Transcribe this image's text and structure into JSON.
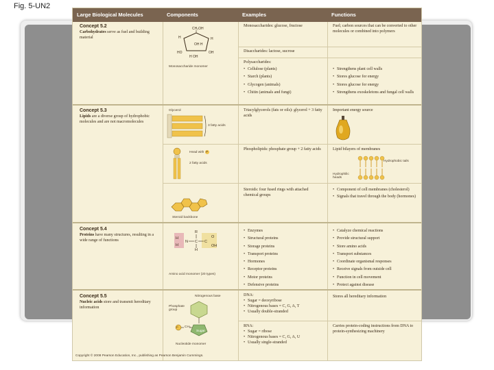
{
  "caption": "Fig. 5-UN2",
  "headers": [
    "Large Biological Molecules",
    "Components",
    "Examples",
    "Functions"
  ],
  "carbs": {
    "concept": "Concept 5.2",
    "body_bold": "Carbohydrates",
    "body_rest": " serve as fuel and building material",
    "monomer_label": "Monosaccharide monomer",
    "ex1": "Monosaccharides: glucose, fructose",
    "fn1": "Fuel; carbon sources that can be converted to other molecules or combined into polymers",
    "ex2": "Disaccharides: lactose, sucrose",
    "ex3_title": "Polysaccharides:",
    "ex3_items": [
      "Cellulose (plants)",
      "Starch (plants)",
      "Glycogen (animals)",
      "Chitin (animals and fungi)"
    ],
    "fn3_items": [
      "Strengthens plant cell walls",
      "Stores glucose for energy",
      "Stores glucose for energy",
      "Strengthens exoskeletons and fungal cell walls"
    ]
  },
  "lipids": {
    "concept": "Concept 5.3",
    "body_bold": "Lipids",
    "body_rest": " are a diverse group of hydrophobic molecules and are not macromolecules",
    "glycerol_label": "Glycerol",
    "fatty_label": "3 fatty acids",
    "ex1": "Triacylglycerols (fats or oils): glycerol + 3 fatty acids",
    "fn1": "Important energy source",
    "head_label": "Head with",
    "p_label": "P",
    "fatty2_label": "2 fatty acids",
    "ex2": "Phospholipids: phosphate group + 2 fatty acids",
    "fn2": "Lipid bilayers of membranes",
    "hydrophobic_label": "Hydrophobic tails",
    "hydrophilic_label": "Hydrophilic heads",
    "steroid_label": "Steroid backbone",
    "ex3": "Steroids: four fused rings with attached chemical groups",
    "fn3_items": [
      "Component of cell membranes (cholesterol)",
      "Signals that travel through the body (hormones)"
    ]
  },
  "proteins": {
    "concept": "Concept 5.4",
    "body_bold": "Proteins",
    "body_rest": " have many structures, resulting in a wide range of functions",
    "monomer_label": "Amino acid monomer (20 types)",
    "ex_items": [
      "Enzymes",
      "Structural proteins",
      "Storage proteins",
      "Transport proteins",
      "Hormones",
      "Receptor proteins",
      "Motor proteins",
      "Defensive proteins"
    ],
    "fn_items": [
      "Catalyze chemical reactions",
      "Provide structural support",
      "Store amino acids",
      "Transport substances",
      "Coordinate organismal responses",
      "Receive signals from outside cell",
      "Function in cell movement",
      "Protect against disease"
    ]
  },
  "nucleic": {
    "concept": "Concept 5.5",
    "body_bold": "Nucleic acids",
    "body_rest": " store and transmit hereditary information",
    "base_label": "Nitrogenous base",
    "phosphate_label": "Phosphate group",
    "p_label": "P",
    "ch2_label": "CH₂",
    "sugar_label": "Sugar",
    "monomer_label": "Nucleotide monomer",
    "dna_title": "DNA:",
    "dna_items": [
      "Sugar = deoxyribose",
      "Nitrogenous bases = C, G, A, T",
      "Usually double-stranded"
    ],
    "dna_fn": "Stores all hereditary information",
    "rna_title": "RNA:",
    "rna_items": [
      "Sugar = ribose",
      "Nitrogenous bases = C, G, A, U",
      "Usually single-stranded"
    ],
    "rna_fn": "Carries protein-coding instructions from DNA to protein-synthesizing machinery"
  },
  "copyright": "Copyright © 2008 Pearson Education, Inc., publishing as Pearson Benjamin Cummings.",
  "colors": {
    "header": "#7a6450",
    "table_bg": "#f7f1d9",
    "frame": "#8e8e8e",
    "yellow": "#f0c24a"
  }
}
